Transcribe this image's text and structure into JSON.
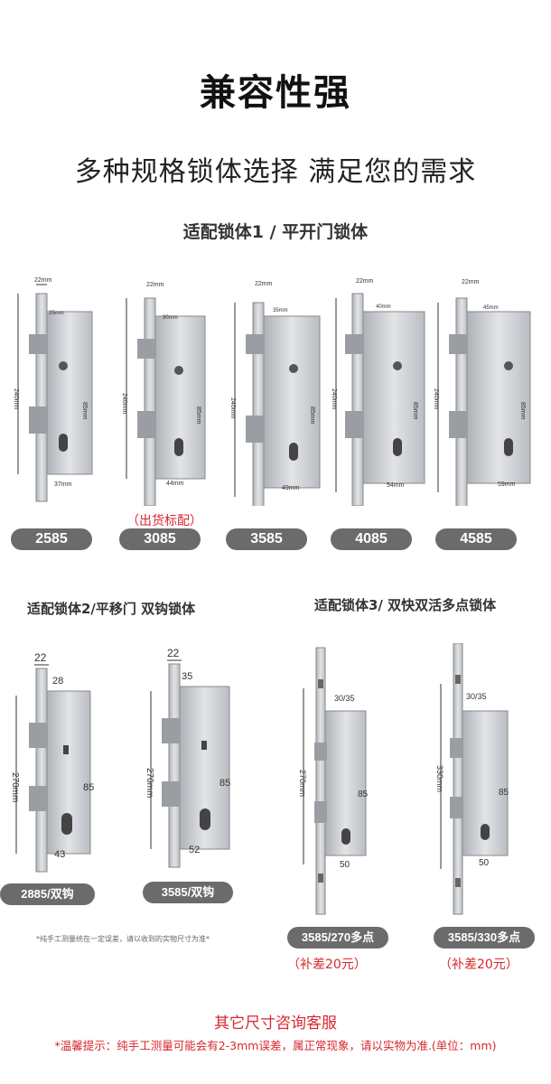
{
  "header": {
    "title": "兼容性强",
    "subtitle": "多种规格锁体选择 满足您的需求"
  },
  "section1": {
    "heading": "适配锁体1 / 平开门锁体",
    "shipping_note": "（出货标配）",
    "locks": [
      {
        "model": "2585",
        "width": "22mm",
        "backset": "25mm",
        "height": "240mm",
        "center": "85mm",
        "faceplate": "37mm"
      },
      {
        "model": "3085",
        "width": "22mm",
        "backset": "30mm",
        "height": "240mm",
        "center": "85mm",
        "faceplate": "44mm"
      },
      {
        "model": "3585",
        "width": "22mm",
        "backset": "35mm",
        "height": "240mm",
        "center": "85mm",
        "faceplate": "49mm"
      },
      {
        "model": "4085",
        "width": "22mm",
        "backset": "40mm",
        "height": "240mm",
        "center": "85mm",
        "faceplate": "54mm"
      },
      {
        "model": "4585",
        "width": "22mm",
        "backset": "45mm",
        "height": "240mm",
        "center": "85mm",
        "faceplate": "59mm"
      }
    ]
  },
  "section2": {
    "heading": "适配锁体2/平移门  双钩锁体",
    "note": "*纯手工测量统在一定误差，请以收到的实物尺寸为准*",
    "locks": [
      {
        "model": "2885/双钩",
        "width": "22",
        "backset": "28",
        "height": "270mm",
        "center": "85",
        "faceplate": "43"
      },
      {
        "model": "3585/双钩",
        "width": "22",
        "backset": "35",
        "height": "270mm",
        "center": "85",
        "faceplate": "52"
      }
    ]
  },
  "section3": {
    "heading": "适配锁体3/ 双快双活多点锁体",
    "locks": [
      {
        "model": "3585/270多点",
        "backset": "30/35",
        "height": "270mm",
        "center": "85",
        "faceplate": "50",
        "surcharge": "（补差20元）"
      },
      {
        "model": "3585/330多点",
        "backset": "30/35",
        "height": "330mm",
        "center": "85",
        "faceplate": "50",
        "surcharge": "（补差20元）"
      }
    ]
  },
  "footer": {
    "contact": "其它尺寸咨询客服",
    "tip": "*温馨提示：纯手工测量可能会有2-3mm误差，属正常现象，请以实物为准.(单位：mm)"
  },
  "colors": {
    "pill": "#6b6b6b",
    "accent_red": "#d9272e",
    "steel": "#c8cbcf"
  }
}
